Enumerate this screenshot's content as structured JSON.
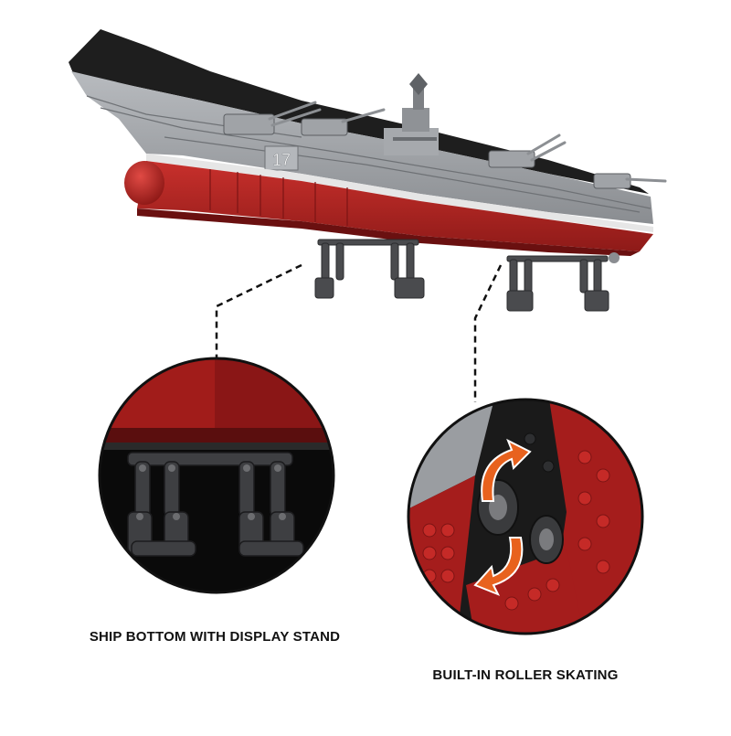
{
  "captions": {
    "left": "SHIP BOTTOM WITH DISPLAY STAND",
    "right": "BUILT-IN ROLLER SKATING"
  },
  "hull_number": "17",
  "colors": {
    "background": "#ffffff",
    "hull_red": "#b3201f",
    "hull_dark_red": "#7c1414",
    "deck_grey": "#9a9da1",
    "deck_dark": "#1e1e1e",
    "stand_grey": "#4a4b4e",
    "arrow_orange": "#e8621e",
    "caption_text": "#111111"
  }
}
